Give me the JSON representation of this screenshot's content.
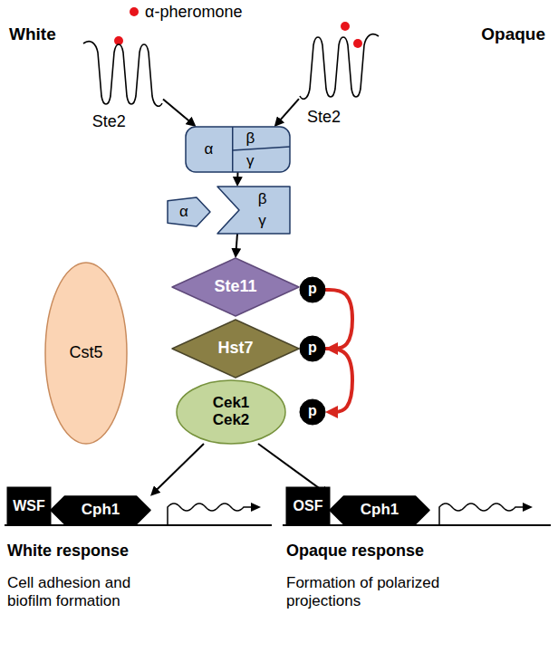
{
  "diagram": {
    "nodes": [
      {
        "text": [
          "Ste2"
        ]
      },
      {
        "text": [
          "Ste2"
        ]
      },
      {
        "text": [
          "α",
          "β",
          "γ"
        ]
      },
      {
        "text": [
          "α"
        ]
      },
      {
        "text": [
          "β",
          "γ"
        ]
      },
      {
        "text": [
          "Cst5"
        ]
      },
      {
        "text": [
          "Ste11"
        ]
      },
      {
        "text": [
          "p"
        ]
      },
      {
        "text": [
          "Hst7"
        ]
      },
      {
        "text": [
          "p"
        ]
      },
      {
        "text": [
          "Cek1 Cek2"
        ]
      },
      {
        "text": [
          "p"
        ]
      },
      {
        "text": [
          "WSF"
        ]
      },
      {
        "text": [
          "Cph1"
        ]
      },
      {
        "text": [
          "OSF"
        ]
      },
      {
        "text": [
          "Cph1"
        ]
      }
    ],
    "edges": [
      {
        "from": 0,
        "to": 2,
        "arrow": "to"
      },
      {
        "from": 1,
        "to": 2,
        "arrow": "to"
      },
      {
        "from": 2,
        "to": 4,
        "arrow": "to"
      },
      {
        "from": 4,
        "to": 6,
        "arrow": "to"
      },
      {
        "from": 7,
        "to": 9,
        "arrow": "to"
      },
      {
        "from": 9,
        "to": 11,
        "arrow": "to"
      },
      {
        "from": 10,
        "to": 13,
        "arrow": "to"
      },
      {
        "from": 10,
        "to": 15,
        "arrow": "to"
      }
    ],
    "labels": [
      "White",
      "α-pheromone",
      "Opaque",
      "White response",
      "Cell adhesion and biofilm formation",
      "Opaque response",
      "Formation of polarized projections"
    ]
  }
}
